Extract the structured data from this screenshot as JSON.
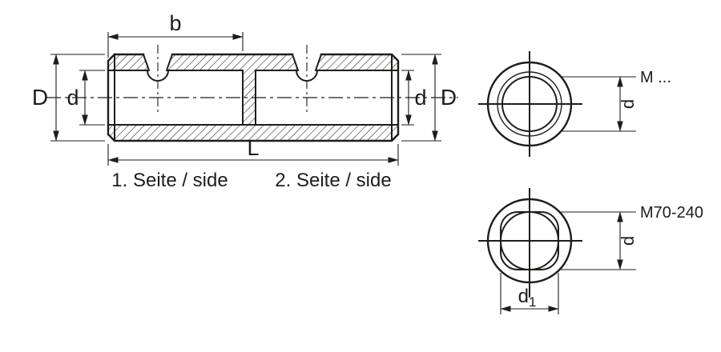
{
  "side_view": {
    "dim_b_label": "b",
    "dim_D_left_label": "D",
    "dim_d_left_label": "d",
    "dim_d_right_label": "d",
    "dim_D_right_label": "D",
    "dim_L_label": "L",
    "side1_label": "1. Seite / side",
    "side2_label": "2. Seite / side"
  },
  "end_view_top": {
    "thread_label": "M ...",
    "dim_d_label": "d"
  },
  "end_view_bottom": {
    "thread_label": "M70-240",
    "dim_d_label": "d",
    "dim_d1_base": "d",
    "dim_d1_subscript": "1"
  },
  "colors": {
    "line": "#1d1d1b",
    "background": "#ffffff"
  }
}
